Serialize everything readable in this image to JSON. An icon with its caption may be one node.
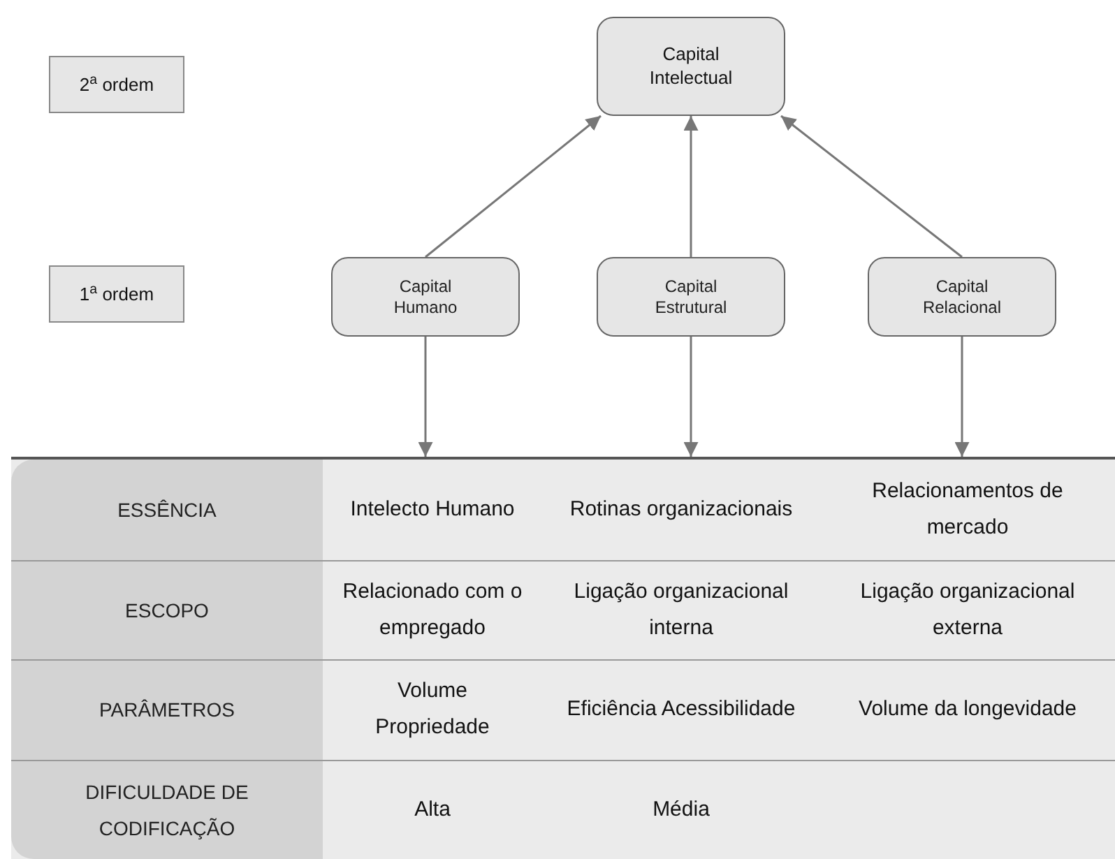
{
  "diagram": {
    "nodes": [
      {
        "text": [
          "2$^{a}$ ordem"
        ]
      },
      {
        "text": [
          "Capital Intelectual"
        ]
      },
      {
        "text": [
          "1$^{a}$ ordem"
        ]
      },
      {
        "text": [
          "Capital Humano"
        ]
      },
      {
        "text": [
          "Capital Estrutural"
        ]
      },
      {
        "text": [
          "Capital Relacional"
        ]
      },
      {
        "text": [
          "Intelecto Humano"
        ]
      },
      {
        "text": [
          "Rotinas organizacionais"
        ]
      },
      {
        "text": [
          "Relacionamentos de mercado"
        ]
      }
    ],
    "edges": [
      {
        "from": 3,
        "to": 1,
        "arrow": "to"
      },
      {
        "from": 4,
        "to": 1,
        "arrow": "to"
      },
      {
        "from": 5,
        "to": 1,
        "arrow": "to"
      },
      {
        "from": 3,
        "to": 6,
        "arrow": "to"
      },
      {
        "from": 4,
        "to": 7,
        "arrow": "to"
      },
      {
        "from": 5,
        "to": 8,
        "arrow": "to"
      }
    ],
    "labels": [
      "ESSÊNCIA",
      "ESCOPO",
      "Relacionado com o empregado",
      "Ligação organizacional interna",
      "Ligação organizacional externa",
      "PARÂMETROS",
      "Volume Propriedade",
      "Eficiência Acessibilidade",
      "Volume da longevidade",
      "DIFICULDADE DE CODIFICAÇÃO",
      "Alta",
      "Média"
    ]
  }
}
